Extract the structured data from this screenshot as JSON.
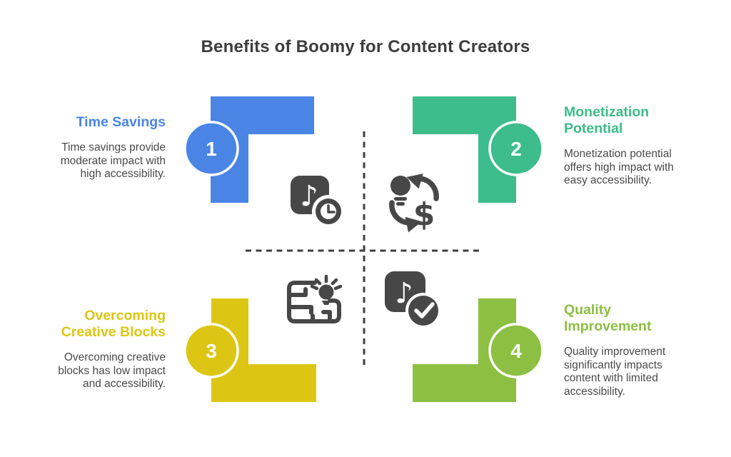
{
  "title": "Benefits of Boomy for Content Creators",
  "items": [
    {
      "number": "1",
      "heading": "Time Savings",
      "body": "Time savings provide moderate impact with high accessibility.",
      "color": "#4a85e6",
      "icon": "music-note-clock"
    },
    {
      "number": "2",
      "heading": "Monetization Potential",
      "body": "Monetization potential offers high impact with easy accessibility.",
      "color": "#3cbd8b",
      "icon": "idea-money-exchange"
    },
    {
      "number": "3",
      "heading": "Overcoming Creative Blocks",
      "body": "Overcoming creative blocks has low impact and accessibility.",
      "color": "#ddc613",
      "icon": "blueprint-idea"
    },
    {
      "number": "4",
      "heading": "Quality Improvement",
      "body": "Quality improvement significantly impacts content with limited accessibility.",
      "color": "#8cbf42",
      "icon": "music-note-check"
    }
  ],
  "glyphs": {
    "music_note": "♪",
    "dollar": "$"
  },
  "icon_color": "#474747",
  "dash_color": "#3f3f3f",
  "title_color": "#3d3d3d",
  "body_text_color": "#4a4a4a"
}
